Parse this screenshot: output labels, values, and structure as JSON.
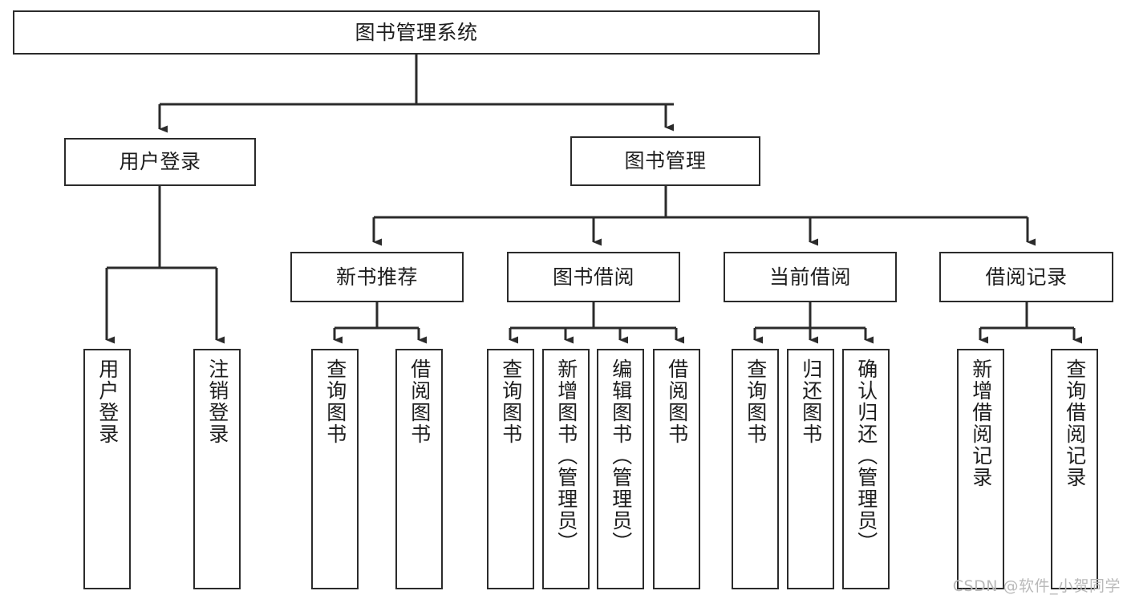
{
  "diagram": {
    "type": "tree",
    "title": "图书管理系统",
    "colors": {
      "background": "#ffffff",
      "box_border": "#2b2b2b",
      "box_fill": "#ffffff",
      "text": "#1d1d1d",
      "connector": "#2b2b2b",
      "watermark": "#b9b9b9"
    },
    "root": {
      "label": "图书管理系统"
    },
    "level1": [
      {
        "label": "用户登录"
      },
      {
        "label": "图书管理"
      }
    ],
    "level2": [
      {
        "label": "新书推荐"
      },
      {
        "label": "图书借阅"
      },
      {
        "label": "当前借阅"
      },
      {
        "label": "借阅记录"
      }
    ],
    "leaves": {
      "user_login": [
        {
          "label": "用户登录"
        },
        {
          "label": "注销登录"
        }
      ],
      "new_book": [
        {
          "label": "查询图书"
        },
        {
          "label": "借阅图书"
        }
      ],
      "borrow_book": [
        {
          "label": "查询图书"
        },
        {
          "label": "新增图书（管理员）"
        },
        {
          "label": "编辑图书（管理员）"
        },
        {
          "label": "借阅图书"
        }
      ],
      "current_borrow": [
        {
          "label": "查询图书"
        },
        {
          "label": "归还图书"
        },
        {
          "label": "确认归还（管理员）"
        }
      ],
      "borrow_record": [
        {
          "label": "新增借阅记录"
        },
        {
          "label": "查询借阅记录"
        }
      ]
    }
  },
  "watermark": {
    "text": "CSDN @软件_小贺同学"
  }
}
